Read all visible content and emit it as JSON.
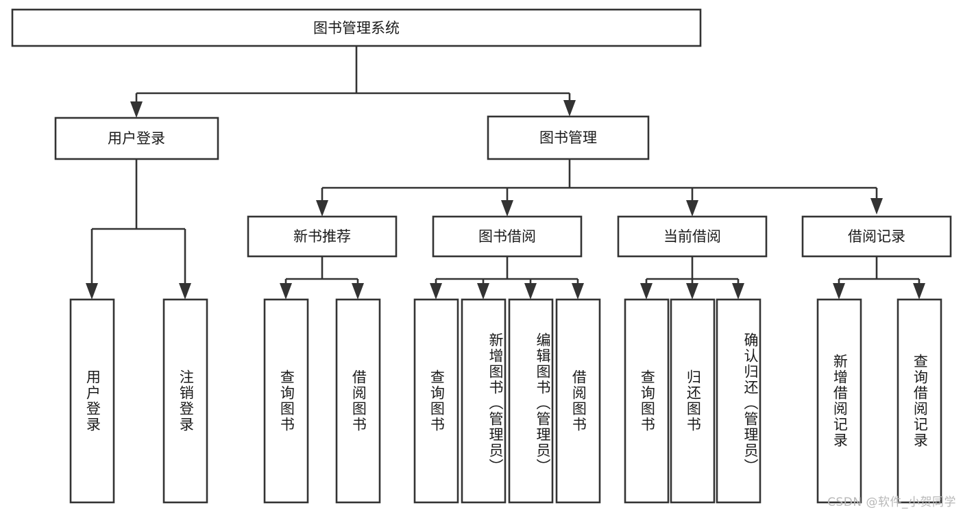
{
  "diagram": {
    "type": "tree-hierarchy",
    "title": "图书管理系统",
    "root": {
      "id": "root",
      "label": "图书管理系统"
    },
    "level2": [
      {
        "id": "user-login",
        "label": "用户登录"
      },
      {
        "id": "book-manage",
        "label": "图书管理"
      }
    ],
    "level3": [
      {
        "id": "new-book-recommend",
        "label": "新书推荐",
        "parent": "book-manage"
      },
      {
        "id": "book-borrow",
        "label": "图书借阅",
        "parent": "book-manage"
      },
      {
        "id": "current-borrow",
        "label": "当前借阅",
        "parent": "book-manage"
      },
      {
        "id": "borrow-record",
        "label": "借阅记录",
        "parent": "book-manage"
      }
    ],
    "leaves": [
      {
        "id": "leaf-user-login",
        "label": "用户登录",
        "parent": "user-login",
        "align": "center"
      },
      {
        "id": "leaf-user-logout",
        "label": "注销登录",
        "parent": "user-login",
        "align": "center"
      },
      {
        "id": "leaf-query-book-1",
        "label": "查询图书",
        "parent": "new-book-recommend",
        "align": "center"
      },
      {
        "id": "leaf-borrow-book-1",
        "label": "借阅图书",
        "parent": "new-book-recommend",
        "align": "center"
      },
      {
        "id": "leaf-query-book-2",
        "label": "查询图书",
        "parent": "book-borrow",
        "align": "center"
      },
      {
        "id": "leaf-add-book",
        "label": "新增图书（管理员）",
        "parent": "book-borrow",
        "align": "start"
      },
      {
        "id": "leaf-edit-book",
        "label": "编辑图书（管理员）",
        "parent": "book-borrow",
        "align": "start"
      },
      {
        "id": "leaf-borrow-book-2",
        "label": "借阅图书",
        "parent": "book-borrow",
        "align": "center"
      },
      {
        "id": "leaf-query-book-3",
        "label": "查询图书",
        "parent": "current-borrow",
        "align": "center"
      },
      {
        "id": "leaf-return-book",
        "label": "归还图书",
        "parent": "current-borrow",
        "align": "center"
      },
      {
        "id": "leaf-confirm-return",
        "label": "确认归还（管理员）",
        "parent": "current-borrow",
        "align": "start"
      },
      {
        "id": "leaf-add-record",
        "label": "新增借阅记录",
        "parent": "borrow-record",
        "align": "center"
      },
      {
        "id": "leaf-query-record",
        "label": "查询借阅记录",
        "parent": "borrow-record",
        "align": "center"
      }
    ],
    "colors": {
      "stroke": "#333333",
      "fill": "#ffffff",
      "text": "#1a1a1a",
      "watermark": "#b8b8b8",
      "background": "#ffffff"
    }
  },
  "watermark": {
    "text": "CSDN @软件_小贺同学"
  }
}
